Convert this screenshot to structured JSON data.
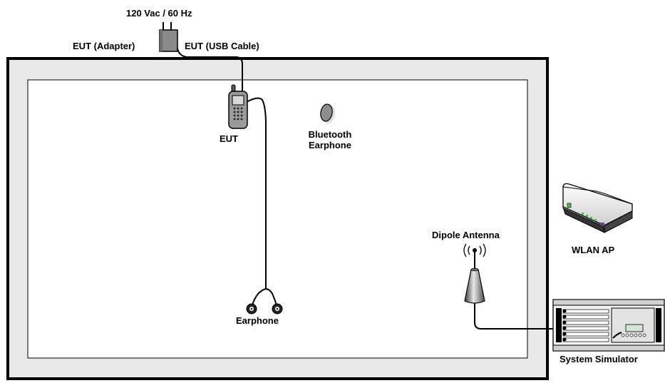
{
  "labels": {
    "power": "120 Vac / 60 Hz",
    "adapter": "EUT (Adapter)",
    "usb_cable": "EUT (USB Cable)",
    "eut": "EUT",
    "bt_line1": "Bluetooth",
    "bt_line2": "Earphone",
    "earphone": "Earphone",
    "dipole": "Dipole Antenna",
    "wlan": "WLAN AP",
    "simulator": "System Simulator"
  },
  "colors": {
    "chamber_outer_fill": "#e9e9e9",
    "chamber_inner_fill": "#ffffff",
    "device_gray": "#8a8a8a",
    "router_green": "#3cc43c",
    "router_purple": "#6a3fa0"
  }
}
